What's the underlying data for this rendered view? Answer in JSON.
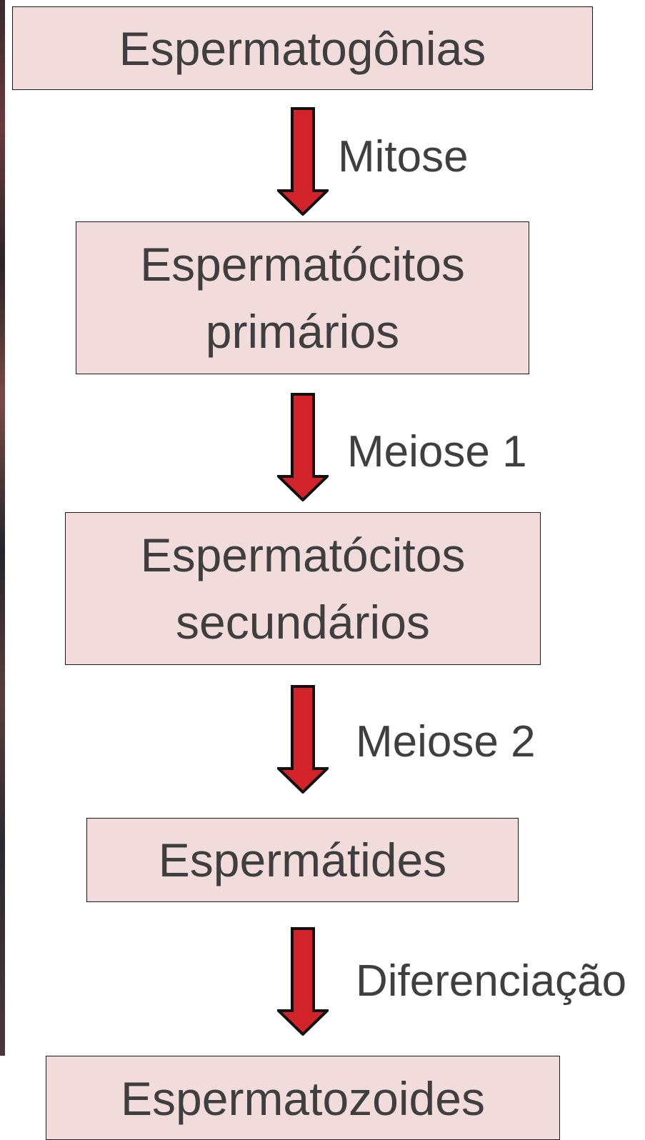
{
  "diagram": {
    "stages": [
      {
        "lines": [
          "Espermatogônias"
        ]
      },
      {
        "lines": [
          "Espermatócitos",
          "primários"
        ]
      },
      {
        "lines": [
          "Espermatócitos",
          "secundários"
        ]
      },
      {
        "lines": [
          "Espermátides"
        ]
      },
      {
        "lines": [
          "Espermatozoides"
        ]
      }
    ],
    "transitions": [
      {
        "label": "Mitose"
      },
      {
        "label": "Meiose 1"
      },
      {
        "label": "Meiose 2"
      },
      {
        "label": "Diferenciação"
      }
    ],
    "colors": {
      "box_fill": "#f2dcdb",
      "box_border": "#1a1a1a",
      "text": "#3f3f3f",
      "arrow_fill": "#d2232a",
      "arrow_outline": "#111111"
    }
  }
}
